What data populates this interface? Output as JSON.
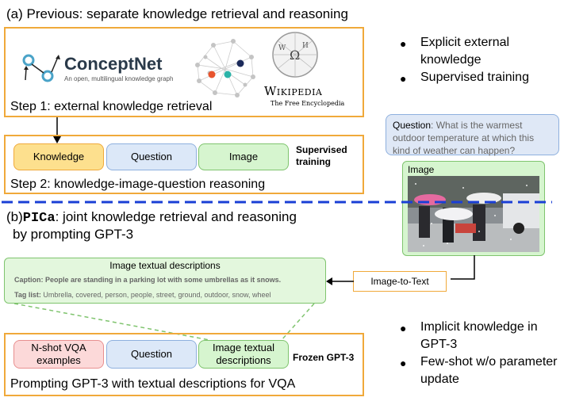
{
  "top": {
    "title": "(a) Previous: separate knowledge retrieval and reasoning",
    "conceptnet_name": "ConceptNet",
    "conceptnet_tagline": "An open, multilingual knowledge graph",
    "wikipedia_name": "Wikipedia",
    "wikipedia_tagline": "The Free Encyclopedia",
    "step1": "Step 1: external knowledge retrieval",
    "knowledge": "Knowledge",
    "question": "Question",
    "image": "Image",
    "supervised_note": "Supervised training",
    "step2": "Step 2: knowledge-image-question reasoning"
  },
  "bullets_top": [
    "Explicit external knowledge",
    "Supervised training"
  ],
  "question_box": {
    "label": "Question",
    "text": ": What is the warmest outdoor temperature at which this kind of weather can happen?"
  },
  "image_panel": {
    "label": "Image"
  },
  "bottom": {
    "title_prefix": "(b)",
    "title_model": "PICa",
    "title_rest": ": joint knowledge retrieval and reasoning",
    "title_line2": "by prompting GPT-3",
    "desc_title": "Image textual descriptions",
    "caption_label": "Caption:",
    "caption_text": "People are standing in a parking lot with some umbrellas as it snows.",
    "tag_label": "Tag list:",
    "tag_text": "Umbrella, covered, person, people, street, ground, outdoor, snow, wheel",
    "image_to_text": "Image-to-Text",
    "nshot": "N-shot VQA examples",
    "question": "Question",
    "image_desc": "Image textual descriptions",
    "frozen_note": "Frozen GPT-3",
    "prompt_label": "Prompting GPT-3 with textual descriptions for VQA"
  },
  "bullets_bottom": [
    "Implicit knowledge in GPT-3",
    "Few-shot w/o parameter update"
  ],
  "colors": {
    "orange": "#f0a93a",
    "yellow": "#fde08e",
    "blue": "#dce8f8",
    "green": "#d6f5cf",
    "pink": "#fcd9d9",
    "divider": "#1a3fd6"
  }
}
